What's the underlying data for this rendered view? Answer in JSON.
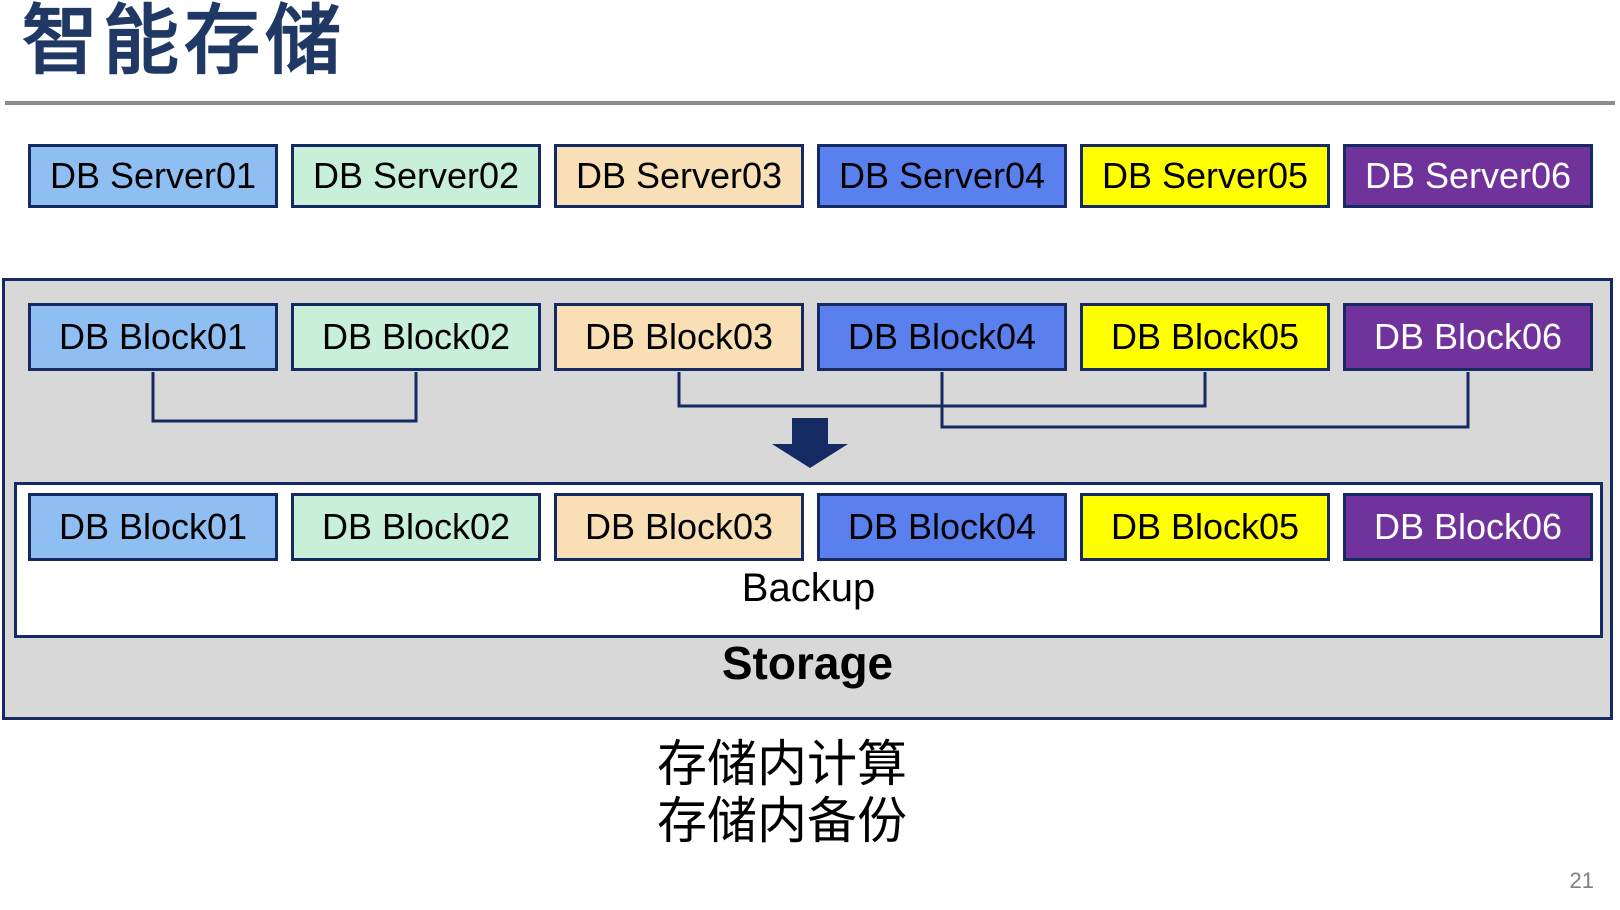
{
  "title": "智能存储",
  "page_number": "21",
  "annotations": {
    "line1": "存储内计算",
    "line2": "存储内备份"
  },
  "server_row": [
    {
      "label": "DB Server01",
      "bg": "#8FBEF2",
      "text_color": "#000000"
    },
    {
      "label": "DB Server02",
      "bg": "#C8EFD8",
      "text_color": "#000000"
    },
    {
      "label": "DB Server03",
      "bg": "#F9DFB5",
      "text_color": "#000000"
    },
    {
      "label": "DB Server04",
      "bg": "#5A80EE",
      "text_color": "#000000"
    },
    {
      "label": "DB Server05",
      "bg": "#FFFF00",
      "text_color": "#000000"
    },
    {
      "label": "DB Server06",
      "bg": "#70329B",
      "text_color": "#FFFFFF"
    }
  ],
  "storage_unit": {
    "label": "Storage",
    "backup_label": "Backup",
    "blocks_primary": [
      {
        "label": "DB Block01",
        "bg": "#8FBEF2",
        "text_color": "#000000"
      },
      {
        "label": "DB Block02",
        "bg": "#C8EFD8",
        "text_color": "#000000"
      },
      {
        "label": "DB Block03",
        "bg": "#F9DFB5",
        "text_color": "#000000"
      },
      {
        "label": "DB Block04",
        "bg": "#5A80EE",
        "text_color": "#000000"
      },
      {
        "label": "DB Block05",
        "bg": "#FFFF00",
        "text_color": "#000000"
      },
      {
        "label": "DB Block06",
        "bg": "#70329B",
        "text_color": "#FFFFFF"
      }
    ],
    "blocks_backup": [
      {
        "label": "DB Block01",
        "bg": "#8FBEF2",
        "text_color": "#000000"
      },
      {
        "label": "DB Block02",
        "bg": "#C8EFD8",
        "text_color": "#000000"
      },
      {
        "label": "DB Block03",
        "bg": "#F9DFB5",
        "text_color": "#000000"
      },
      {
        "label": "DB Block04",
        "bg": "#5A80EE",
        "text_color": "#000000"
      },
      {
        "label": "DB Block05",
        "bg": "#FFFF00",
        "text_color": "#000000"
      },
      {
        "label": "DB Block06",
        "bg": "#70329B",
        "text_color": "#FFFFFF"
      }
    ],
    "connections": [
      [
        "DB Block01",
        "DB Block02"
      ],
      [
        "DB Block03",
        "DB Block05"
      ],
      [
        "DB Block04",
        "DB Block06"
      ]
    ]
  },
  "colors": {
    "border_navy": "#152A62",
    "container_gray": "#D8D8D8",
    "title_navy": "#1F3864",
    "rule_gray": "#8C8C8C",
    "arrow_navy": "#152A62",
    "page_number_gray": "#808080"
  }
}
